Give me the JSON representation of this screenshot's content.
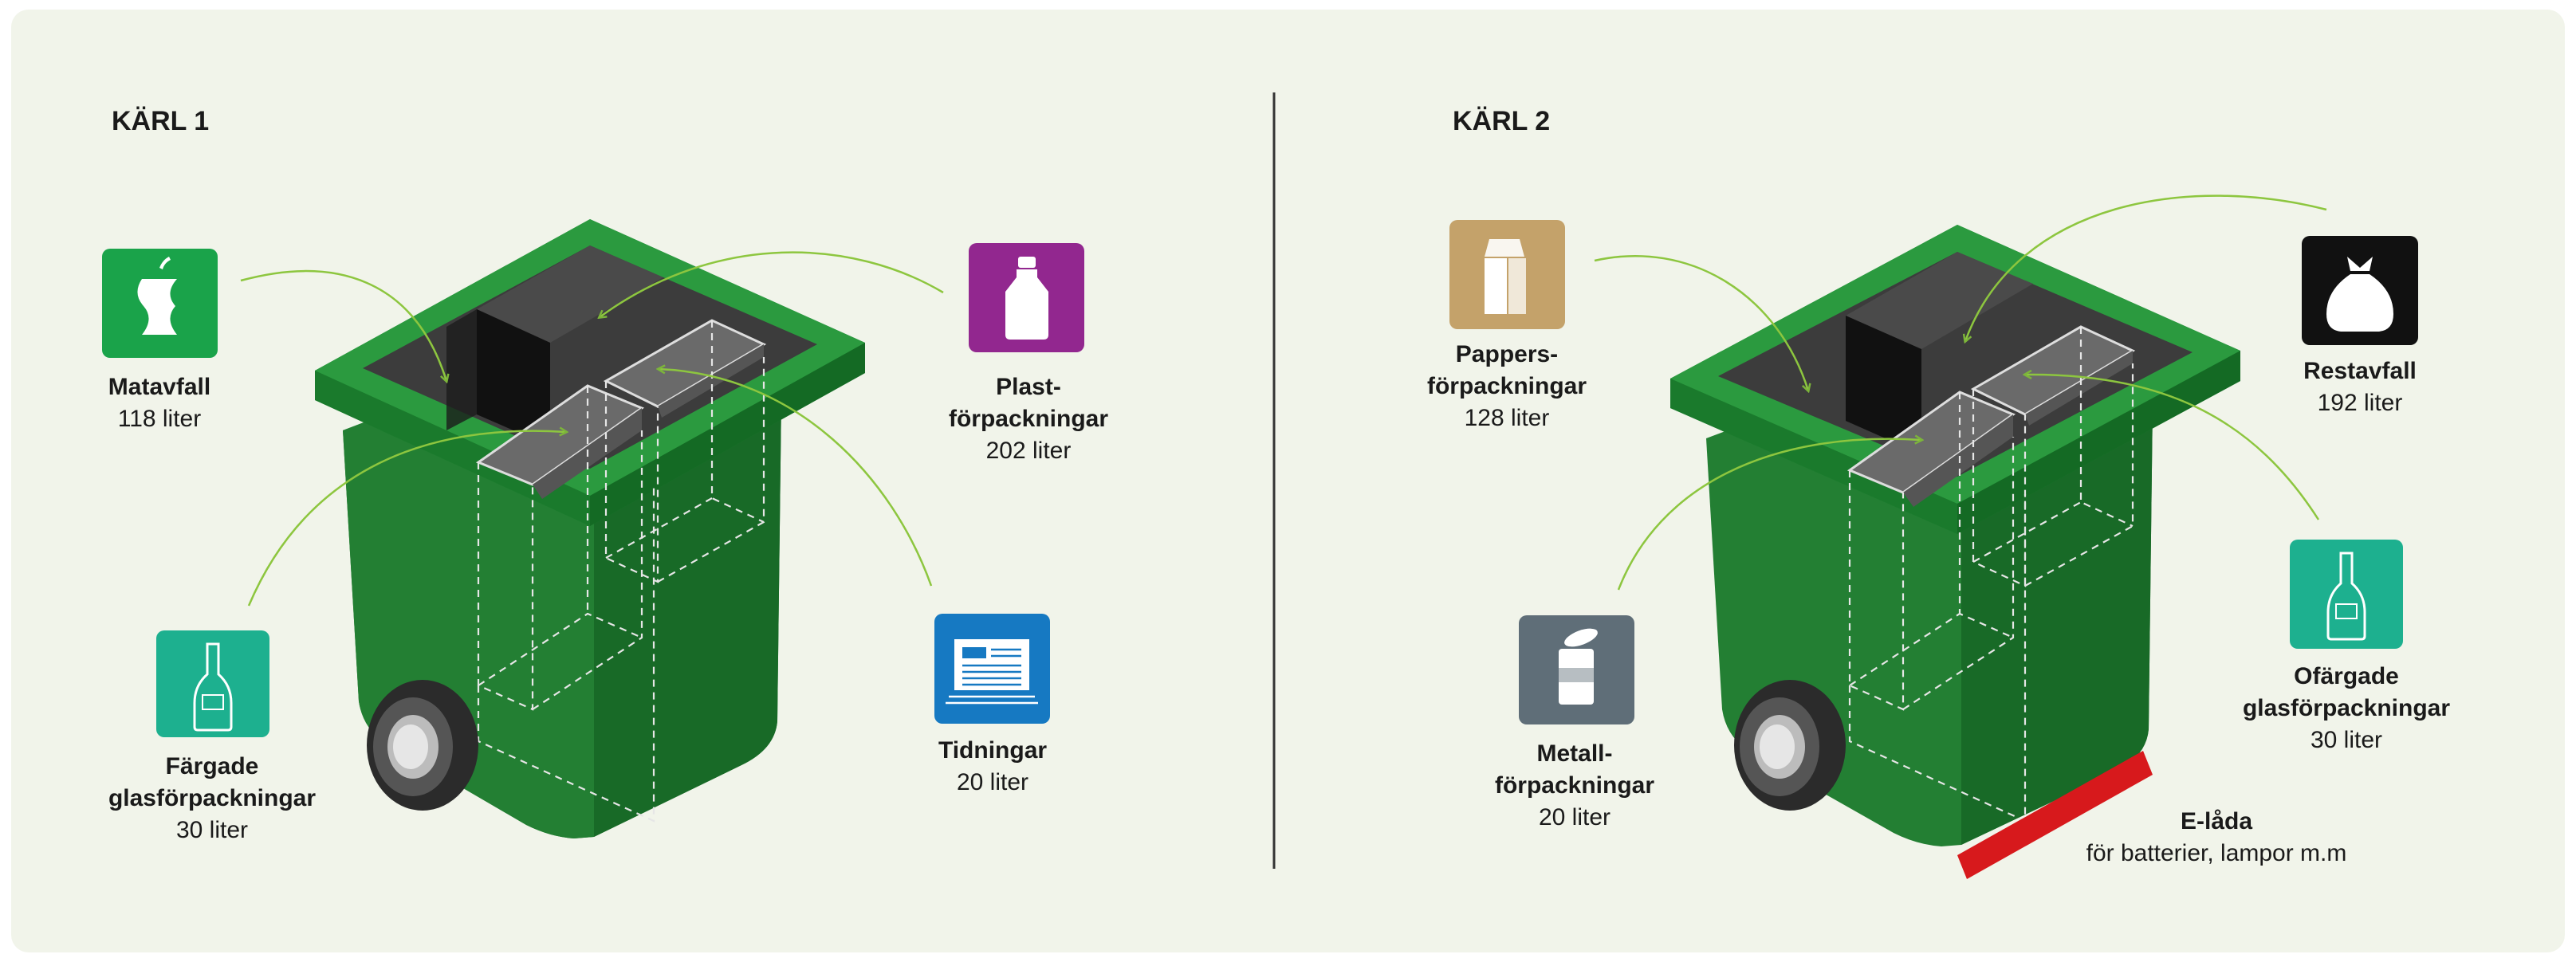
{
  "kar1": {
    "title": "KÄRL 1",
    "matavfall": {
      "name": "Matavfall",
      "volume": "118 liter",
      "color": "#1aa34a",
      "icon": "apple-core-icon"
    },
    "plast": {
      "name_line1": "Plast-",
      "name_line2": "förpackningar",
      "volume": "202 liter",
      "color": "#92278f",
      "icon": "plastic-bottle-icon"
    },
    "fargade": {
      "name_line1": "Färgade",
      "name_line2": "glasförpackningar",
      "volume": "30 liter",
      "color": "#1db08f",
      "icon": "glass-bottle-icon"
    },
    "tidningar": {
      "name": "Tidningar",
      "volume": "20 liter",
      "color": "#1679c2",
      "icon": "newspaper-icon"
    }
  },
  "kar2": {
    "title": "KÄRL 2",
    "papper": {
      "name_line1": "Pappers-",
      "name_line2": "förpackningar",
      "volume": "128 liter",
      "color": "#c4a26a",
      "icon": "milk-carton-icon"
    },
    "restavfall": {
      "name": "Restavfall",
      "volume": "192  liter",
      "color": "#111111",
      "icon": "trash-bag-icon"
    },
    "metall": {
      "name_line1": "Metall-",
      "name_line2": "förpackningar",
      "volume": "20 liter",
      "color": "#5f6e78",
      "icon": "tin-can-icon"
    },
    "ofargade": {
      "name_line1": "Ofärgade",
      "name_line2": "glasförpackningar",
      "volume": "30 liter",
      "color": "#1db08f",
      "icon": "glass-bottle-icon"
    },
    "elada": {
      "name": "E-låda",
      "description": "för batterier, lampor m.m",
      "color": "#d7191c"
    }
  },
  "colors": {
    "bin_green": "#1f7a2e",
    "bin_dark": "#135a1f",
    "rim_green": "#27903a",
    "arrow": "#8dc63f",
    "background": "#f1f4ea"
  }
}
